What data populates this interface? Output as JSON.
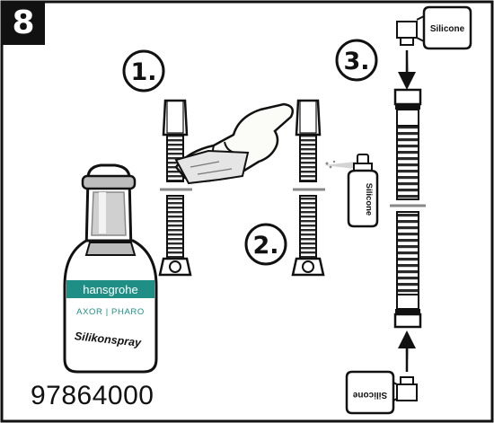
{
  "step_number": "8",
  "sub_steps": [
    "1.",
    "2.",
    "3."
  ],
  "product": {
    "brand": "hansgrohe",
    "sub_brands": "AXOR | PHARO",
    "name": "Silikonspray",
    "article_number": "97864000"
  },
  "spray_label": "Silicone",
  "colors": {
    "brand_teal": "#1f8f86",
    "outline": "#111111",
    "bottle_gray": "#d9d9d9",
    "hand": "#fbfbf7"
  }
}
